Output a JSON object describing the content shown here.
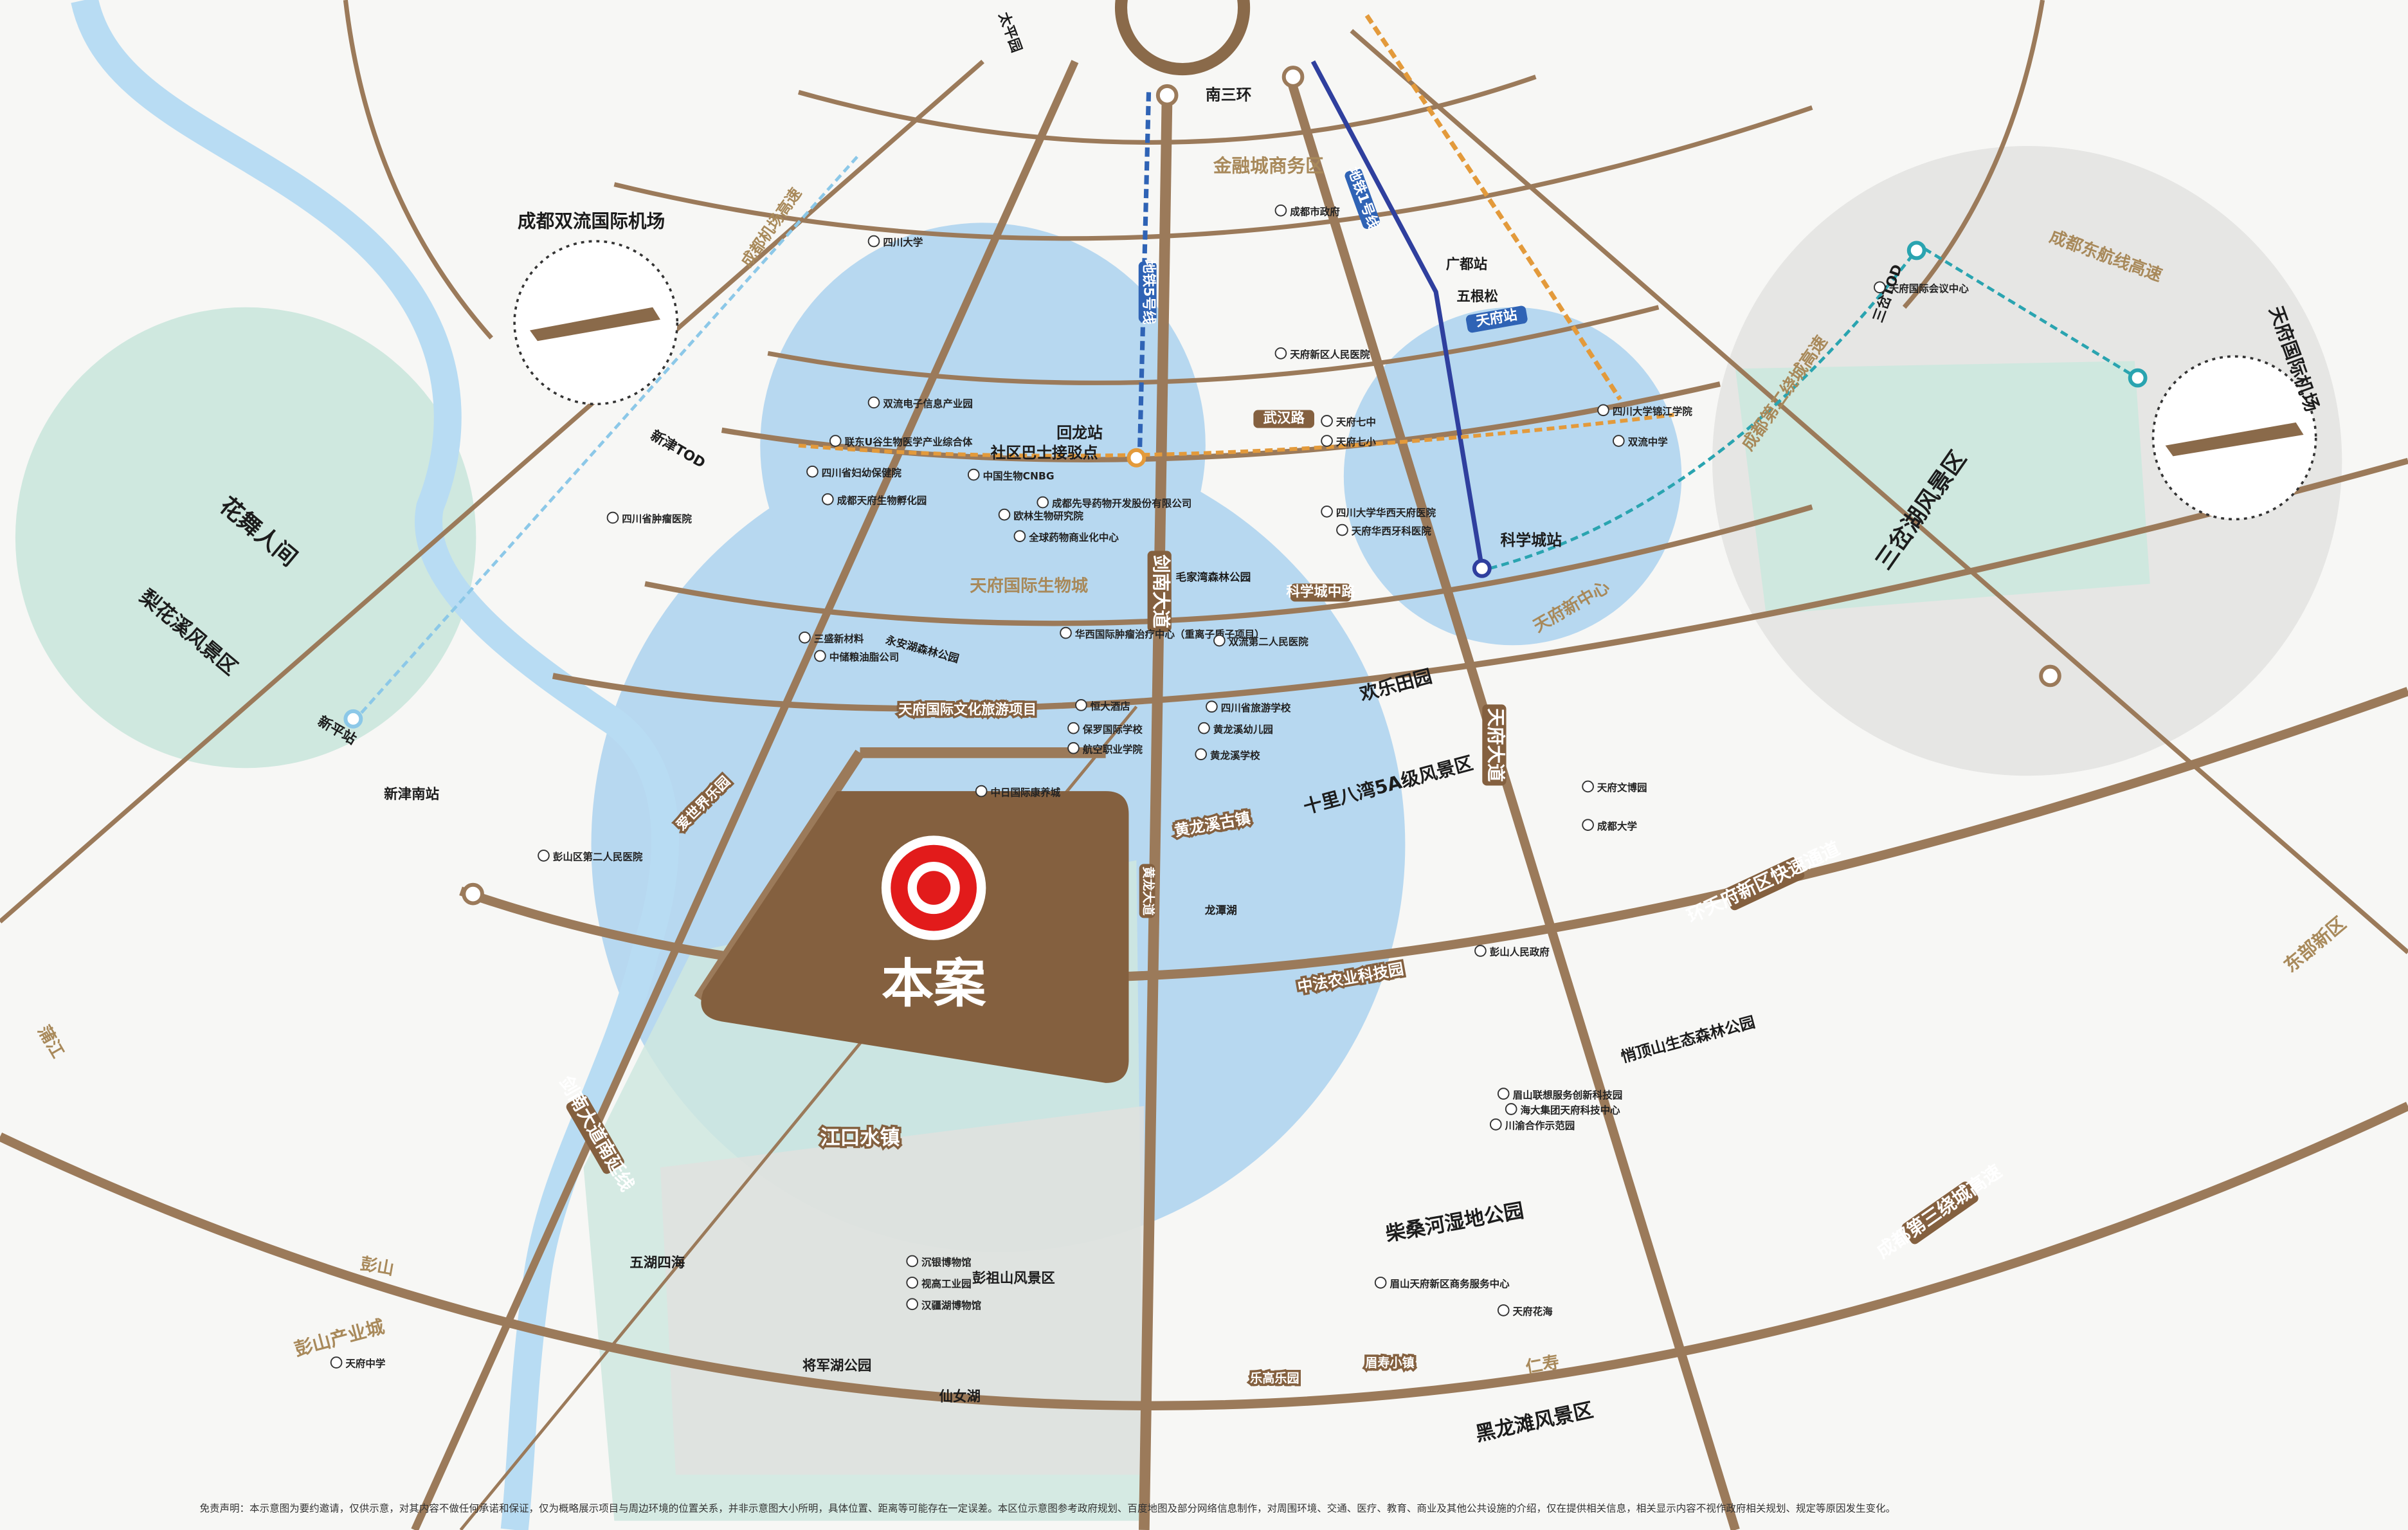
{
  "colors": {
    "background": "#f7f7f5",
    "river": "#b8dcf3",
    "zone_blue": "#b7d8f0",
    "zone_green": "#cfe8df",
    "zone_grey": "#e4e4e2",
    "road": "#9b7a5a",
    "project": "#84603f",
    "target_red": "#e21b1b",
    "metro_blue": "#2f63b5",
    "metro_orange": "#e39a3b",
    "metro_cyan": "#2aa4b0"
  },
  "project": {
    "label": "本案",
    "icon": "target-icon"
  },
  "scenic": [
    "花舞人间",
    "梨花溪风景区",
    "三岔湖风景区",
    "天府新中心",
    "十里八湾5A级风景区",
    "黑龙滩风景区",
    "彭祖山风景区",
    "五湖四海",
    "将军湖公园",
    "仙女湖",
    "柴桑河湿地公园",
    "悄顶山生态森林公园",
    "欢乐田园",
    "金融城商务区",
    "成都双流国际机场",
    "天府国际生物城",
    "彭山产业城",
    "龙潭湖",
    "永安湖森林公园",
    "毛家湾森林公园",
    "天府国际机场"
  ],
  "attractions": [
    "江口水镇",
    "黄龙溪古镇",
    "中法农业科技园",
    "天府国际文化旅游项目",
    "爱世界乐园",
    "乐高乐园",
    "眉寿小镇",
    "天府国际生物城"
  ],
  "roads": [
    "剑南大道",
    "天府大道",
    "黄龙大道",
    "剑南大道南延线",
    "环天府新区快速通道",
    "成都第三绕城高速",
    "成都第二绕城高速",
    "成都东航线高速",
    "东部新区",
    "武汉路",
    "科学城中路",
    "南三环",
    "太平园",
    "彭山",
    "仁寿",
    "蒲江",
    "成都机场高速"
  ],
  "stations": [
    "新津TOD",
    "新津南站",
    "新平站",
    "三岔TOD",
    "回龙站",
    "社区巴士接驳点",
    "地铁5号线",
    "地铁1号线",
    "科学城站",
    "广都站",
    "五根松",
    "天府站"
  ],
  "pois": [
    "中国生物CNBG",
    "成都先导药物开发股份有限公司",
    "欧林生物研究院",
    "全球药物商业化中心",
    "双流电子信息产业园",
    "联东U谷生物医学产业综合体",
    "四川省妇幼保健院",
    "成都天府生物孵化园",
    "华西国际肿瘤治疗中心（重离子质子项目）",
    "双流第二人民医院",
    "三盛新材料",
    "中储粮油脂公司",
    "恒大酒店",
    "保罗国际学校",
    "航空职业学院",
    "四川省旅游学校",
    "黄龙溪幼儿园",
    "黄龙溪学校",
    "中日国际康养城",
    "四川大学华西天府医院",
    "天府华西牙科医院",
    "天府七中",
    "天府七小",
    "成都市政府",
    "天府新区人民医院",
    "四川大学",
    "四川省肿瘤医院",
    "彭山区第二人民医院",
    "眉山联想服务创新科技园",
    "海大集团天府科技中心",
    "川渝合作示范园",
    "天府花海",
    "眉山天府新区商务服务中心",
    "四川大学锦江学院",
    "双流中学",
    "天府国际会议中心",
    "天府文博园",
    "成都大学",
    "天府中学",
    "彭山人民政府",
    "视高工业园",
    "汉疆湖博物馆",
    "沉银博物馆"
  ],
  "disclaimer": "免责声明：本示意图为要约邀请，仅供示意，对其内容不做任何承诺和保证，仅为概略展示项目与周边环境的位置关系，并非示意图大小所明，具体位置、距离等可能存在一定误差。本区位示意图参考政府规划、百度地图及部分网络信息制作，对周围环境、交通、医疗、教育、商业及其他公共设施的介绍，仅在提供相关信息，相关显示内容不视作政府相关规划、规定等原因发生变化。"
}
